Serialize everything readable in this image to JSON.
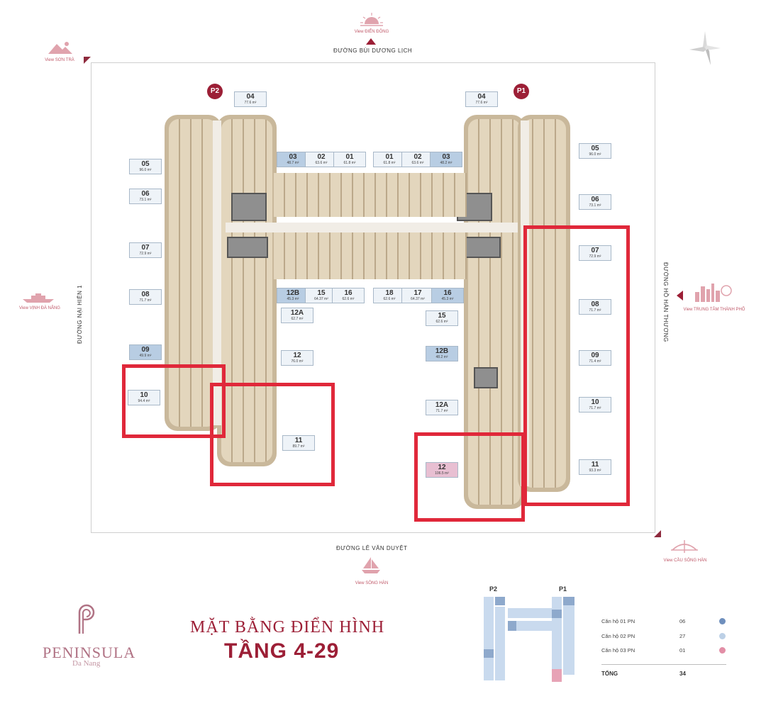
{
  "views": {
    "top": "View ĐIỂN ĐÔNG",
    "top_left": "View SƠN TRÀ",
    "left": "View VỊNH ĐÀ NẴNG",
    "right": "View TRUNG TÂM THÀNH PHỐ",
    "bottom_right": "View CẦU SÔNG HÀN",
    "bottom": "View SÔNG HÀN"
  },
  "streets": {
    "top": "ĐƯỜNG BÙI DƯƠNG LỊCH",
    "left": "ĐƯỜNG NẠI HIÊN 1",
    "right": "ĐƯỜNG HỒ HÁN THƯƠNG",
    "bottom": "ĐƯỜNG LÊ VĂN DUYỆT"
  },
  "towers": {
    "left": "P2",
    "right": "P1"
  },
  "units": {
    "p2_04": {
      "no": "04",
      "area": "77.6 m²"
    },
    "p2_05": {
      "no": "05",
      "area": "96.0 m²"
    },
    "p2_06": {
      "no": "06",
      "area": "73.1 m²"
    },
    "p2_07": {
      "no": "07",
      "area": "72.9 m²"
    },
    "p2_08": {
      "no": "08",
      "area": "71.7 m²"
    },
    "p2_09": {
      "no": "09",
      "area": "49.9 m²"
    },
    "p2_10": {
      "no": "10",
      "area": "94.4 m²"
    },
    "p2_11": {
      "no": "11",
      "area": "89.7 m²"
    },
    "p2_12": {
      "no": "12",
      "area": "76.0 m²"
    },
    "p2_12a": {
      "no": "12A",
      "area": "62.7 m²"
    },
    "p2_12b": {
      "no": "12B",
      "area": "45.3 m²"
    },
    "p2_15": {
      "no": "15",
      "area": "64.37 m²"
    },
    "p2_16": {
      "no": "16",
      "area": "62.6 m²"
    },
    "p2_03": {
      "no": "03",
      "area": "48.7 m²"
    },
    "p2_02": {
      "no": "02",
      "area": "63.6 m²"
    },
    "p2_01": {
      "no": "01",
      "area": "61.8 m²"
    },
    "p1_01": {
      "no": "01",
      "area": "61.8 m²"
    },
    "p1_02": {
      "no": "02",
      "area": "63.6 m²"
    },
    "p1_03": {
      "no": "03",
      "area": "48.2 m²"
    },
    "p1_18": {
      "no": "18",
      "area": "62.6 m²"
    },
    "p1_17": {
      "no": "17",
      "area": "64.37 m²"
    },
    "p1_16": {
      "no": "16",
      "area": "45.3 m²"
    },
    "p1_04": {
      "no": "04",
      "area": "77.6 m²"
    },
    "p1_05": {
      "no": "05",
      "area": "96.0 m²"
    },
    "p1_06": {
      "no": "06",
      "area": "73.1 m²"
    },
    "p1_07": {
      "no": "07",
      "area": "72.9 m²"
    },
    "p1_08": {
      "no": "08",
      "area": "71.7 m²"
    },
    "p1_09": {
      "no": "09",
      "area": "71.4 m²"
    },
    "p1_10": {
      "no": "10",
      "area": "71.7 m²"
    },
    "p1_11": {
      "no": "11",
      "area": "93.3 m²"
    },
    "p1_15": {
      "no": "15",
      "area": "62.6 m²"
    },
    "p1_12b": {
      "no": "12B",
      "area": "48.2 m²"
    },
    "p1_12a": {
      "no": "12A",
      "area": "71.7 m²"
    },
    "p1_12": {
      "no": "12",
      "area": "106.5 m²"
    }
  },
  "brand": {
    "name": "PENINSULA",
    "city": "Da Nang"
  },
  "title": {
    "line1": "MẶT BẰNG ĐIỂN HÌNH",
    "line2": "TẦNG 4-29"
  },
  "key_plan": {
    "left": "P2",
    "right": "P1"
  },
  "legend": {
    "rows": [
      {
        "label": "Căn hộ 01 PN",
        "count": "06",
        "color": "#6f8fbd"
      },
      {
        "label": "Căn hộ 02 PN",
        "count": "27",
        "color": "#bcd0e6"
      },
      {
        "label": "Căn hộ 03 PN",
        "count": "01",
        "color": "#e28ea6"
      }
    ],
    "total_label": "TỔNG",
    "total_value": "34"
  },
  "colors": {
    "accent": "#9c1f36",
    "highlight": "#e0283a"
  }
}
